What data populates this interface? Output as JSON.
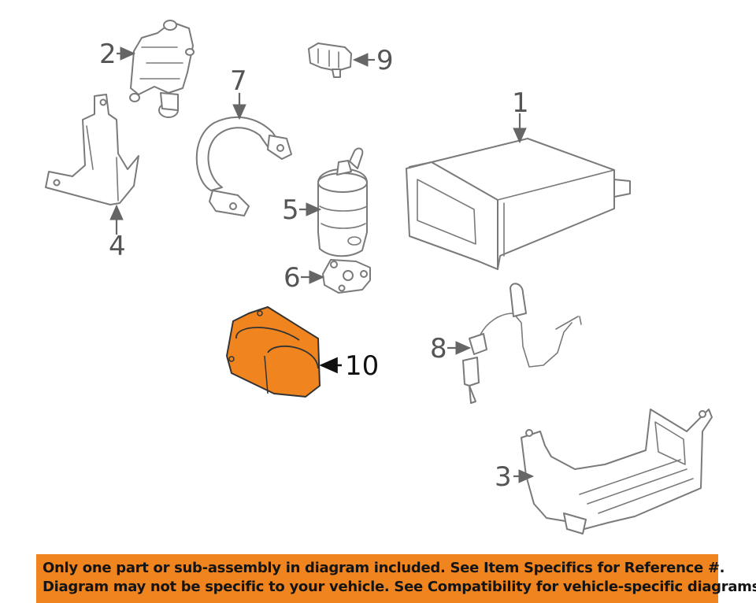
{
  "callouts": {
    "c1": "1",
    "c2": "2",
    "c3": "3",
    "c4": "4",
    "c5": "5",
    "c6": "6",
    "c7": "7",
    "c8": "8",
    "c9": "9",
    "c10": "10"
  },
  "highlight_color": "#f0851f",
  "banner": {
    "line1": "Only one part or sub-assembly in diagram included. See Item Specifics for Reference #.",
    "line2": "Diagram may not be specific to your vehicle. See Compatibility for vehicle-specific diagrams."
  }
}
